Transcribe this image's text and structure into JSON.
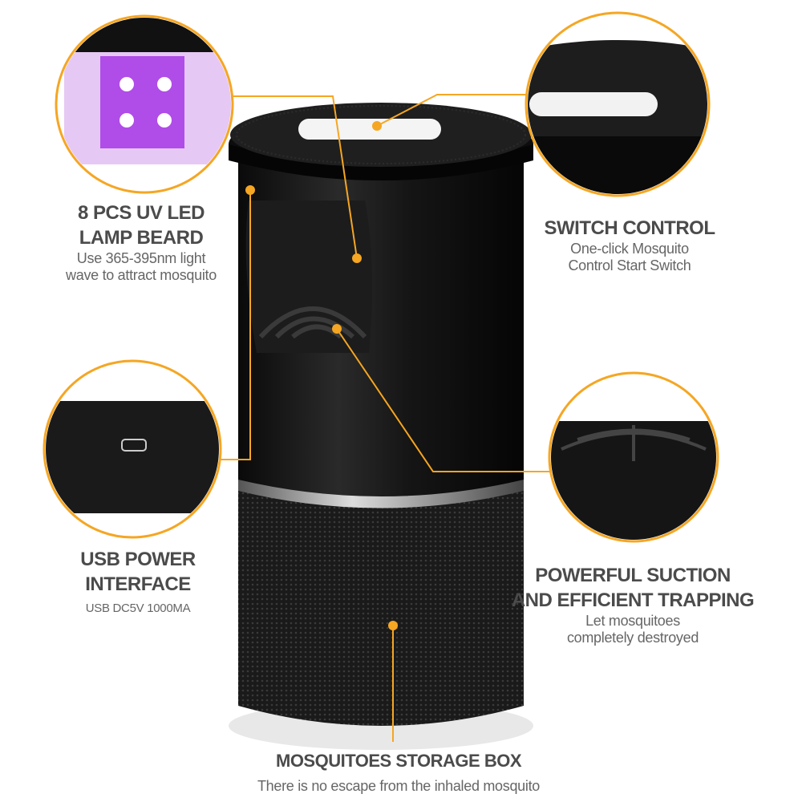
{
  "colors": {
    "accent": "#f5a623",
    "body": "#111111",
    "uv": "#b04ce8"
  },
  "features": {
    "uv_led": {
      "title_1": "8 PCS UV LED",
      "title_2": "LAMP BEARD",
      "desc_1": "Use 365-395nm light",
      "desc_2": "wave to attract mosquito"
    },
    "switch": {
      "title": "SWITCH CONTROL",
      "desc_1": "One-click Mosquito",
      "desc_2": "Control Start Switch"
    },
    "usb": {
      "title_1": "USB POWER",
      "title_2": "INTERFACE",
      "desc": "USB DC5V 1000MA"
    },
    "suction": {
      "title_1": "POWERFUL SUCTION",
      "title_2": "AND EFFICIENT TRAPPING",
      "desc_1": "Let mosquitoes",
      "desc_2": "completely destroyed"
    },
    "storage": {
      "title": "MOSQUITOES STORAGE BOX",
      "desc": "There is no escape from the inhaled mosquito"
    }
  }
}
